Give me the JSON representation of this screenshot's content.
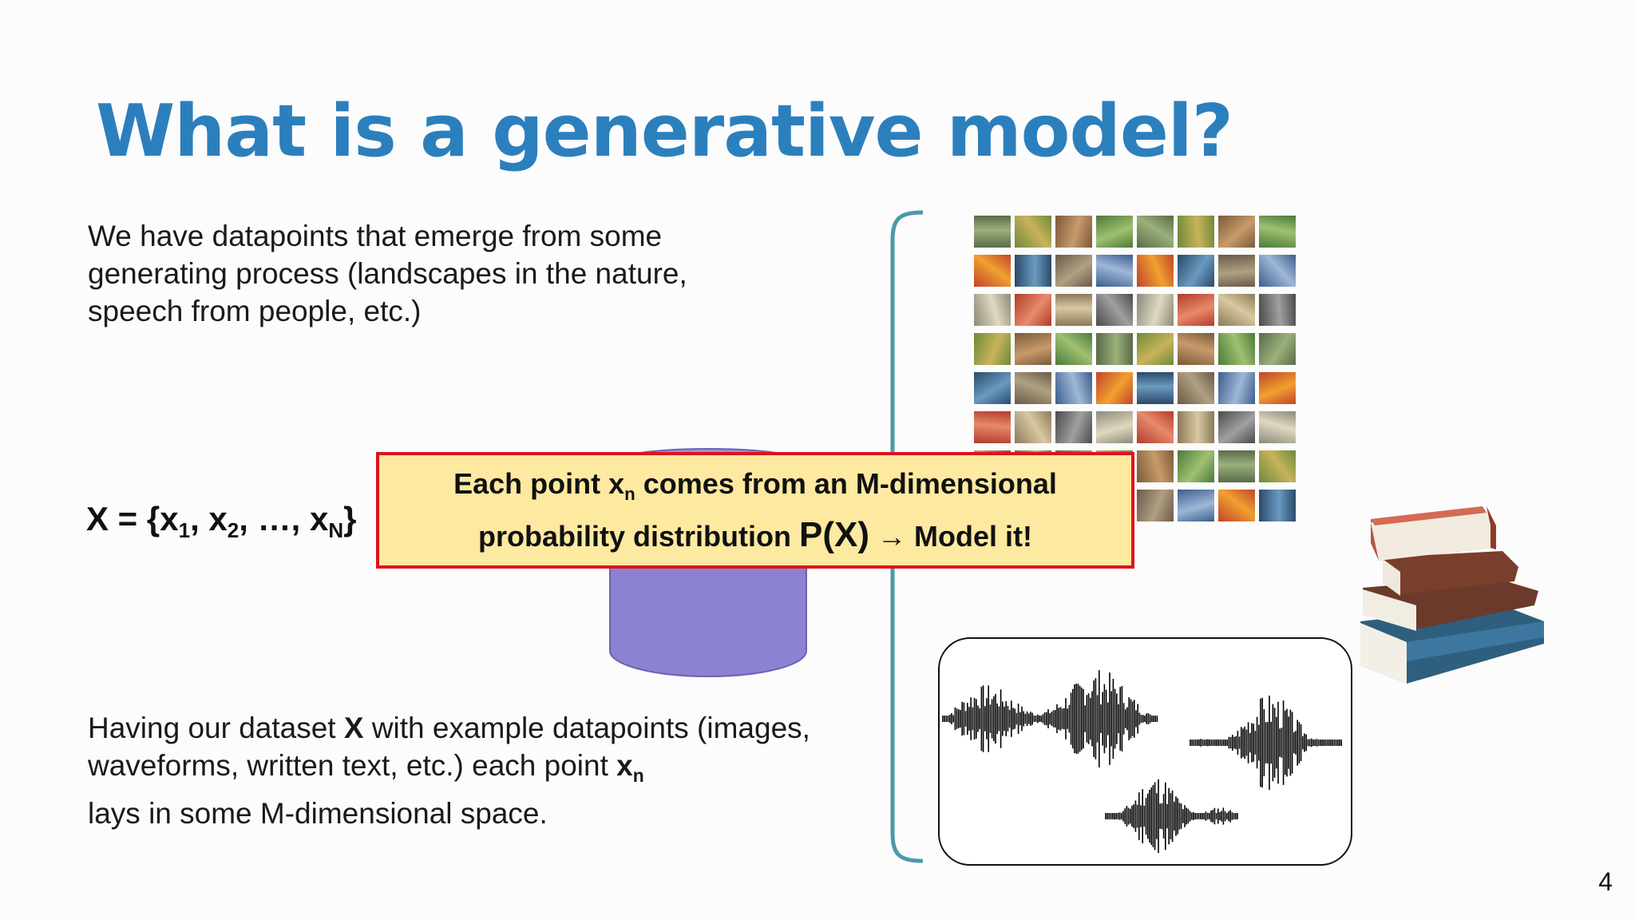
{
  "title": "What is a generative model?",
  "intro": {
    "text": "We have datapoints that emerge from some generating process (landscapes in the nature, speech from people, etc.)"
  },
  "formula": {
    "lhs": "X = {x",
    "sub1": "1",
    "sep1": ", x",
    "sub2": "2",
    "sep2": ", …, x",
    "subN": "N",
    "close": "}"
  },
  "banner": {
    "line1_a": "Each point x",
    "line1_sub": "n",
    "line1_b": " comes from an M-dimensional",
    "line2_a": "probability distribution ",
    "line2_px": "P(X)",
    "line2_b": " → Model it!",
    "fill_color": "#fde9a0",
    "border_color": "#e0121b"
  },
  "dataset": {
    "a": "Having our dataset ",
    "bold_x": "X",
    "b": " with example datapoints (images, waveforms, written text, etc.) each point ",
    "bold_xn": "x",
    "sub_n": "n",
    "c": " lays in some M-dimensional space."
  },
  "colors": {
    "title": "#2c7fbd",
    "bracket": "#4a9aaa",
    "cylinder": "#8b83d2"
  },
  "icons": {
    "cylinder": "database-cylinder-icon",
    "bracket": "curly-bracket",
    "books": "book-stack-icon",
    "waveforms": "audio-waveform-icon"
  },
  "page_number": "4"
}
